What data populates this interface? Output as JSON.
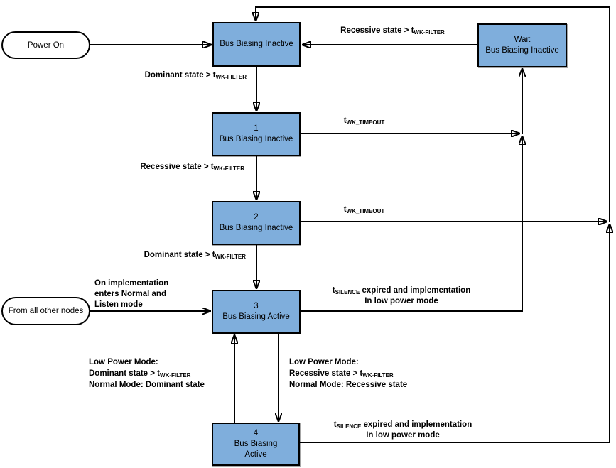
{
  "colors": {
    "node_fill": "#7FAEDC",
    "node_border": "#000000",
    "connector": "#000000",
    "background": "#FFFFFF",
    "text": "#000000"
  },
  "nodes": {
    "power_on": {
      "label": "Power On"
    },
    "from_all_nodes": {
      "label": "From all other nodes"
    },
    "bias_inactive_top": {
      "line1": "Bus Biasing Inactive"
    },
    "wait": {
      "line1": "Wait",
      "line2": "Bus Biasing Inactive"
    },
    "state1": {
      "line1": "1",
      "line2": "Bus Biasing Inactive"
    },
    "state2": {
      "line1": "2",
      "line2": "Bus Biasing Inactive"
    },
    "state3": {
      "line1": "3",
      "line2": "Bus Biasing Active"
    },
    "state4": {
      "line1": "4",
      "line2": "Bus Biasing",
      "line3": "Active"
    }
  },
  "labels": {
    "recessive_wait": {
      "pre": "Recessive state > t",
      "sub": "WK-FILTER"
    },
    "dominant_top": {
      "pre": "Dominant state > t",
      "sub": "WK-FILTER"
    },
    "wk_timeout_1": {
      "pre": "t",
      "sub": "WK_TIMEOUT"
    },
    "recessive_1_2": {
      "pre": "Recessive state > t",
      "sub": "WK-FILTER"
    },
    "wk_timeout_2": {
      "pre": "t",
      "sub": "WK_TIMEOUT"
    },
    "dominant_2_3": {
      "pre": "Dominant state > t",
      "sub": "WK-FILTER"
    },
    "on_implementation": {
      "line1": "On implementation",
      "line2": "enters Normal and",
      "line3": "Listen mode"
    },
    "silence_3": {
      "pre": "t",
      "sub": "SILENCE",
      "post": " expired and implementation",
      "line2": "In low power mode"
    },
    "silence_4": {
      "pre": "t",
      "sub": "SILENCE",
      "post": " expired and implementation",
      "line2": "In low power mode"
    },
    "low_power_left": {
      "line1": "Low Power Mode:",
      "line2_pre": "Dominant state > t",
      "line2_sub": "WK-FILTER",
      "line3": "Normal Mode: Dominant state"
    },
    "low_power_right": {
      "line1": "Low Power Mode:",
      "line2_pre": "Recessive state > t",
      "line2_sub": "WK-FILTER",
      "line3": "Normal Mode: Recessive state"
    }
  }
}
